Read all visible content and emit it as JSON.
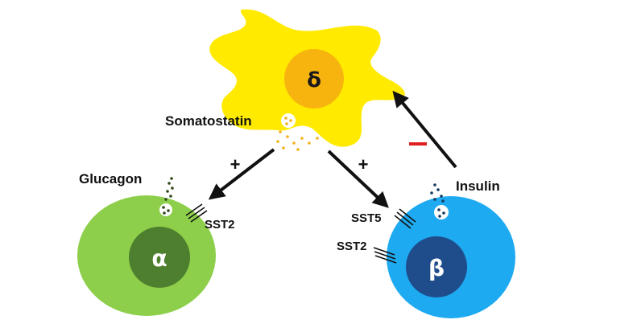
{
  "cells": {
    "delta": {
      "symbol": "δ",
      "body_color": "#FFEA00",
      "nucleus_color": "#F7B40F"
    },
    "alpha": {
      "symbol": "α",
      "body_color": "#8DCF4A",
      "nucleus_color": "#4E7F2F"
    },
    "beta": {
      "symbol": "β",
      "body_color": "#1EAAF1",
      "nucleus_color": "#1F4D8C"
    }
  },
  "labels": {
    "somatostatin": "Somatostatin",
    "glucagon": "Glucagon",
    "insulin": "Insulin",
    "sst2_alpha": "SST2",
    "sst5_beta": "SST5",
    "sst2_beta": "SST2"
  },
  "signs": {
    "to_alpha": "+",
    "to_beta": "+",
    "to_delta": "−"
  },
  "colors": {
    "inhibit_sign": "#E02020",
    "arrow": "#111111",
    "somatostatin_granule": "#F2B21B",
    "glucagon_granule": "#2E4A1A",
    "insulin_granule": "#123A5E"
  }
}
